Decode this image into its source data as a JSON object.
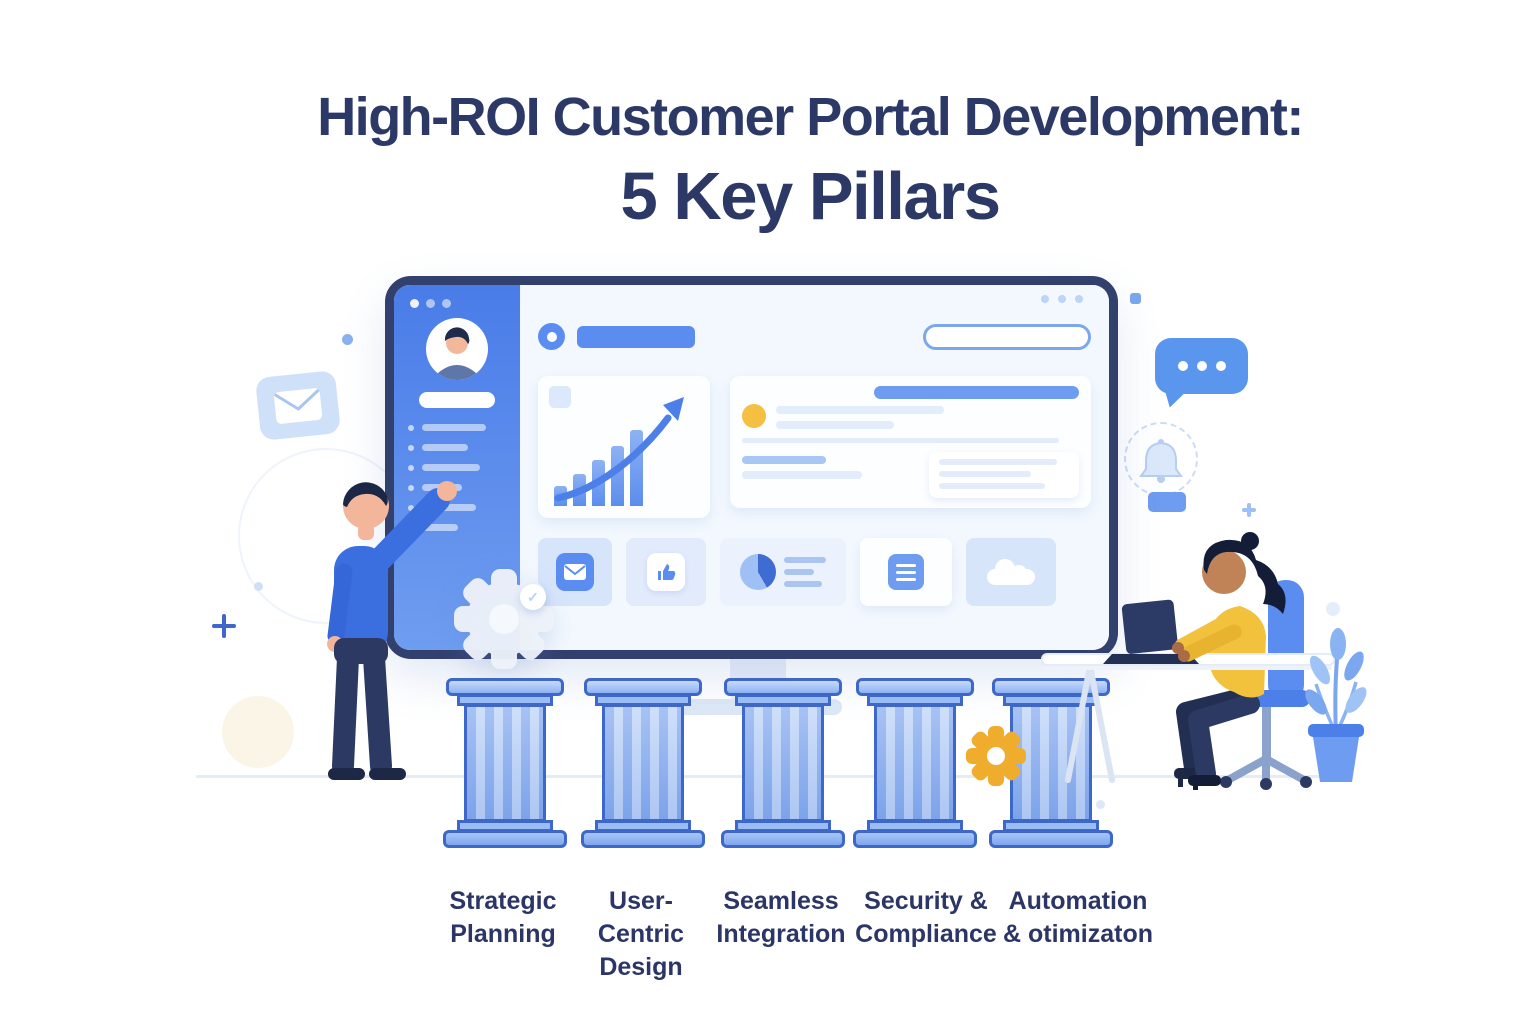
{
  "title": {
    "line1": "High-ROI Customer Portal Development:",
    "line2": "5 Key Pillars"
  },
  "pillars": [
    {
      "lines": [
        "Strategic",
        "Planning"
      ]
    },
    {
      "lines": [
        "User-",
        "Centric",
        "Design"
      ]
    },
    {
      "lines": [
        "Seamless",
        "Integration"
      ]
    },
    {
      "lines": [
        "Security &",
        "Compliance"
      ]
    },
    {
      "lines": [
        "Automation",
        "& otimizaton"
      ]
    }
  ],
  "gear_check": "✓",
  "colors": {
    "title_navy": "#2c3966",
    "primary_blue": "#4d7fe9",
    "light_blue": "#cfe0f9",
    "accent_yellow": "#f2b735",
    "gear_yellow": "#f0ac2c"
  },
  "icons": [
    "envelope-icon",
    "chat-bubble-icon",
    "notification-bell-icon",
    "gear-icon",
    "yellow-gear-icon",
    "user-avatar-icon",
    "bar-chart-arrow-icon",
    "search-pill",
    "mail-card-icon",
    "like-card-icon",
    "pie-chart-icon",
    "document-card-icon",
    "cloud-card-icon",
    "plant",
    "monitor",
    "pillar",
    "man-pointing",
    "woman-at-desk"
  ]
}
